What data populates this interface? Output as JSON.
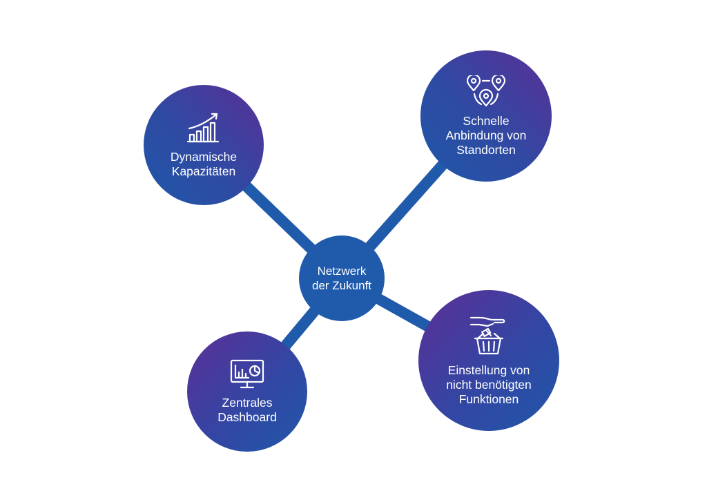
{
  "diagram": {
    "center": {
      "lines": [
        "Netzwerk",
        "der Zukunft"
      ]
    },
    "nodes": {
      "dynamic_capacity": {
        "icon": "growth-chart-icon",
        "lines": [
          "Dynamische",
          "Kapazitäten"
        ]
      },
      "fast_connection": {
        "icon": "location-pins-icon",
        "lines": [
          "Schnelle",
          "Anbindung von",
          "Standorten"
        ]
      },
      "central_dashboard": {
        "icon": "monitor-dashboard-icon",
        "lines": [
          "Zentrales",
          "Dashboard"
        ]
      },
      "discontinue_functions": {
        "icon": "hand-basket-icon",
        "lines": [
          "Einstellung von",
          "nicht benötigten",
          "Funktionen"
        ]
      }
    },
    "colors": {
      "connector": "#1f5aab",
      "center_fill": "#1f5aab",
      "gradient_blue": "#1f57a8",
      "gradient_purple": "#5a2f97",
      "text": "#ffffff"
    }
  }
}
